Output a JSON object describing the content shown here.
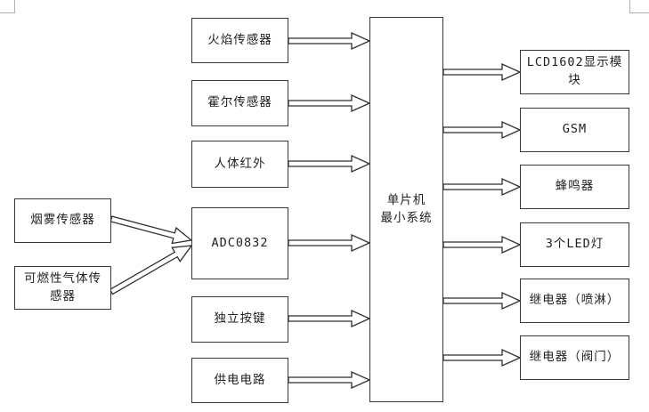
{
  "diagram": {
    "type": "block-diagram",
    "nodes": {
      "left": [
        {
          "id": "smoke-sensor",
          "label": "烟雾传感器"
        },
        {
          "id": "gas-sensor",
          "label": "可燃性气体传感器"
        }
      ],
      "middle": [
        {
          "id": "flame-sensor",
          "label": "火焰传感器"
        },
        {
          "id": "hall-sensor",
          "label": "霍尔传感器"
        },
        {
          "id": "pir-sensor",
          "label": "人体红外"
        },
        {
          "id": "adc0832",
          "label": "ADC0832"
        },
        {
          "id": "keys",
          "label": "独立按键"
        },
        {
          "id": "power",
          "label": "供电电路"
        }
      ],
      "center": {
        "id": "mcu",
        "label_line1": "单片机",
        "label_line2": "最小系统"
      },
      "right": [
        {
          "id": "lcd",
          "label": "LCD1602显示模块"
        },
        {
          "id": "gsm",
          "label": "GSM"
        },
        {
          "id": "buzzer",
          "label": "蜂鸣器"
        },
        {
          "id": "leds",
          "label": "3个LED灯"
        },
        {
          "id": "relay-spray",
          "label": "继电器（喷淋）"
        },
        {
          "id": "relay-valve",
          "label": "继电器（阀门）"
        }
      ]
    },
    "connections": [
      {
        "from": "smoke-sensor",
        "to": "adc0832"
      },
      {
        "from": "gas-sensor",
        "to": "adc0832"
      },
      {
        "from": "flame-sensor",
        "to": "mcu"
      },
      {
        "from": "hall-sensor",
        "to": "mcu"
      },
      {
        "from": "pir-sensor",
        "to": "mcu"
      },
      {
        "from": "adc0832",
        "to": "mcu"
      },
      {
        "from": "keys",
        "to": "mcu"
      },
      {
        "from": "power",
        "to": "mcu"
      },
      {
        "from": "mcu",
        "to": "lcd"
      },
      {
        "from": "mcu",
        "to": "gsm"
      },
      {
        "from": "mcu",
        "to": "buzzer"
      },
      {
        "from": "mcu",
        "to": "leds"
      },
      {
        "from": "mcu",
        "to": "relay-spray"
      },
      {
        "from": "mcu",
        "to": "relay-valve"
      }
    ],
    "colors": {
      "background": "#ffffff",
      "box_border": "#383838",
      "arrow_stroke": "#2f2f2f",
      "arrow_fill": "#ffffff",
      "margin_mark": "#b0b0b0"
    }
  }
}
